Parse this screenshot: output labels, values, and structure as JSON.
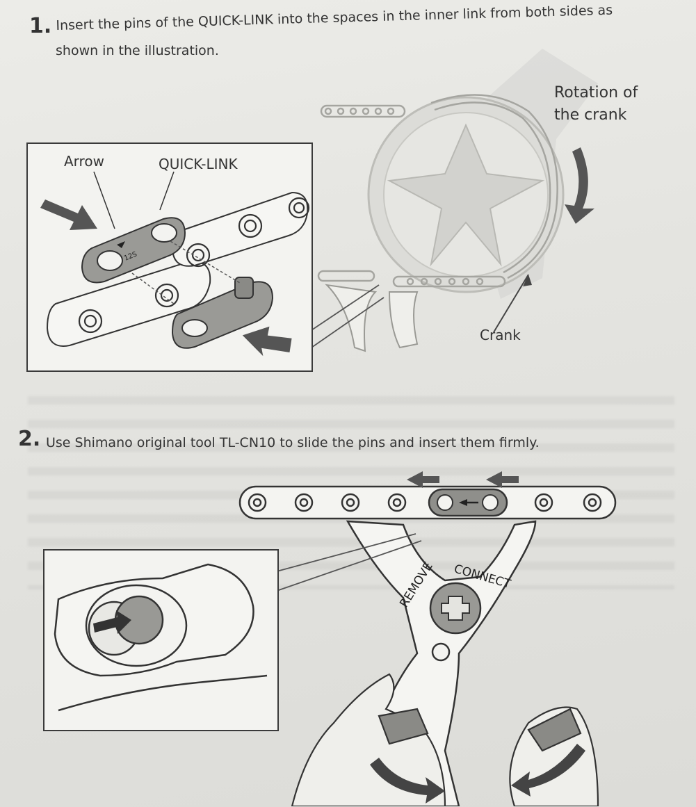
{
  "steps": [
    {
      "number": "1.",
      "line1": "Insert the pins of the QUICK-LINK into the spaces in the inner link from both sides as",
      "line2": "shown in the illustration."
    },
    {
      "number": "2.",
      "line1": "Use Shimano original tool TL-CN10 to slide the pins and insert them firmly."
    }
  ],
  "figure1": {
    "labels": {
      "arrow": "Arrow",
      "quick_link": "QUICK-LINK",
      "rotation_line1": "Rotation of",
      "rotation_line2": "the crank",
      "crank": "Crank"
    },
    "link_marking": "12S"
  },
  "figure2": {
    "tool_labels": {
      "remove": "REMOVE",
      "connect": "CONNECT"
    }
  }
}
